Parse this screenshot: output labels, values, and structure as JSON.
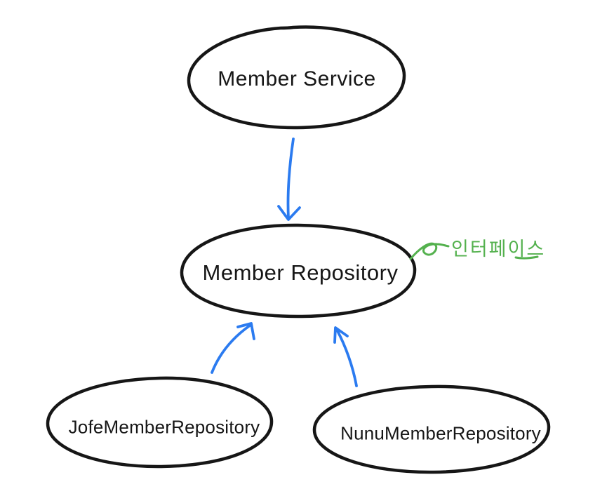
{
  "diagram": {
    "type": "dependency-diagram",
    "nodes": {
      "member_service": {
        "label": "Member Service",
        "shape": "ellipse"
      },
      "member_repository": {
        "label": "Member Repository",
        "shape": "ellipse"
      },
      "jofe_member_repository": {
        "label": "JofeMemberRepository",
        "shape": "ellipse"
      },
      "nunu_member_repository": {
        "label": "NunuMemberRepository",
        "shape": "ellipse"
      }
    },
    "annotation": {
      "label": "인터페이스",
      "target": "member_repository",
      "underlined": true
    },
    "edges": [
      {
        "from": "member_service",
        "to": "member_repository",
        "direction": "down",
        "color_key": "arrow"
      },
      {
        "from": "jofe_member_repository",
        "to": "member_repository",
        "direction": "up",
        "color_key": "arrow"
      },
      {
        "from": "nunu_member_repository",
        "to": "member_repository",
        "direction": "up",
        "color_key": "arrow"
      }
    ]
  },
  "colors": {
    "node_stroke": "#161616",
    "arrow": "#2b7bf0",
    "annotation": "#54b14e",
    "background": "#ffffff"
  }
}
